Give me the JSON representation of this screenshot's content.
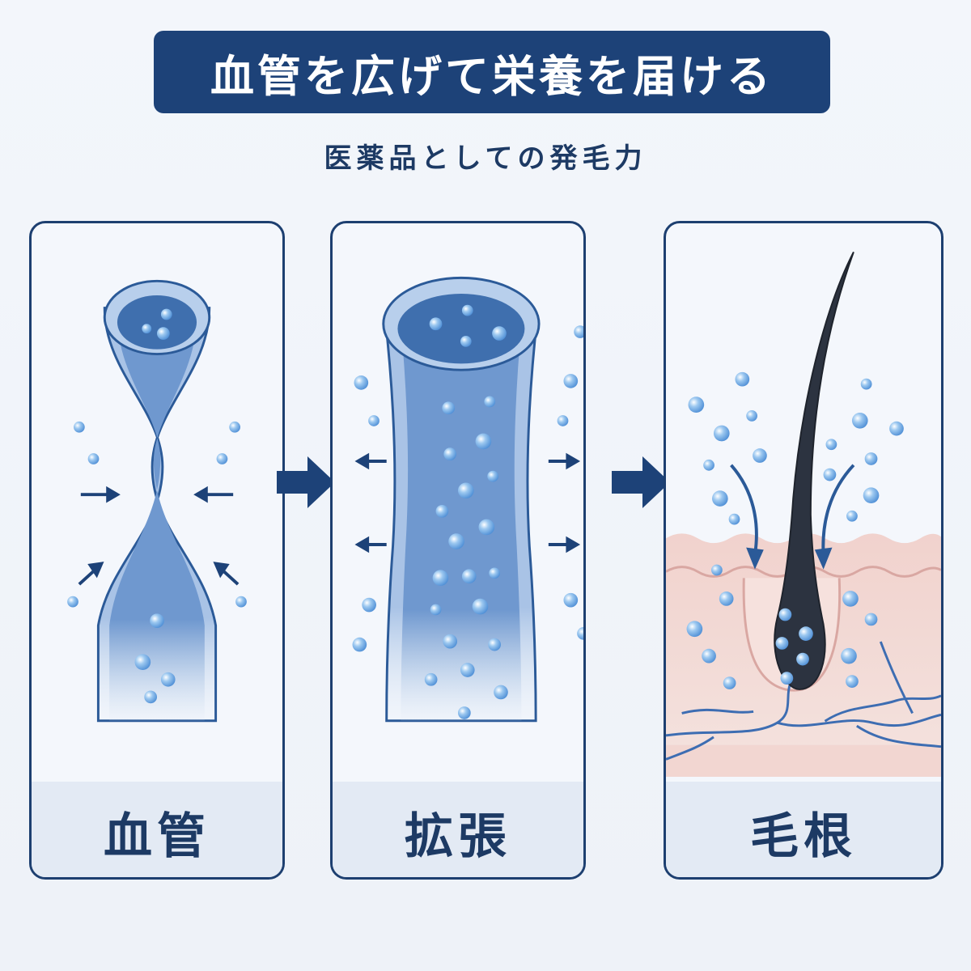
{
  "header": {
    "title": "血管を広げて栄養を届ける",
    "subtitle": "医薬品としての発毛力"
  },
  "panels": [
    {
      "label": "血管",
      "icon": "constricted-vessel-icon"
    },
    {
      "label": "拡張",
      "icon": "dilated-vessel-icon"
    },
    {
      "label": "毛根",
      "icon": "hair-root-icon"
    }
  ],
  "colors": {
    "navy": "#1d4278",
    "vessel_blue": "#6a95cf",
    "bubble_blue": "#7fb6ea",
    "skin_pink": "#f0d7d3",
    "hair": "#2c3340"
  }
}
